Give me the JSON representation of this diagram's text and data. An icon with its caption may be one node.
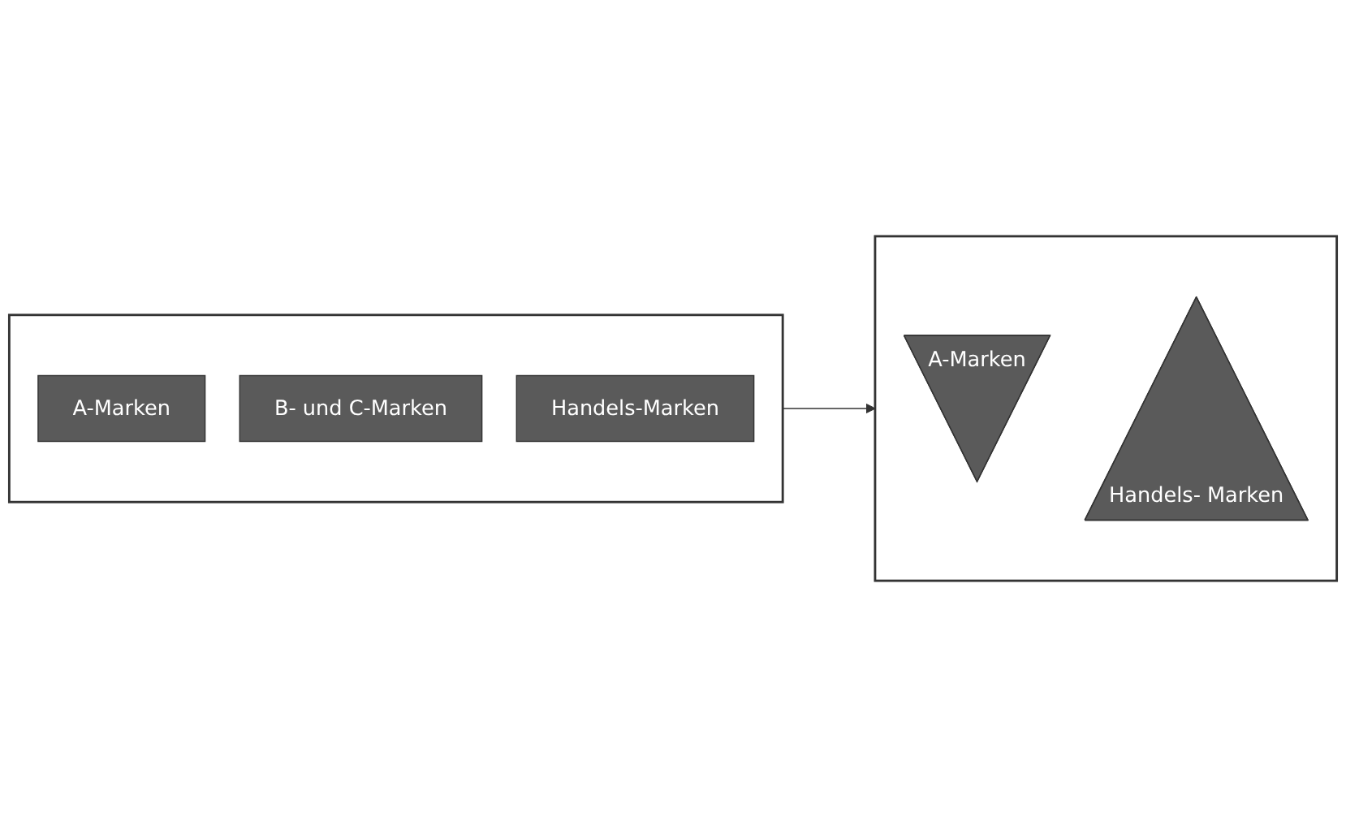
{
  "diagram": {
    "nodes": [
      {
        "text": [],
        "shape": "box"
      },
      {
        "text": [
          "A-Marken"
        ],
        "in": 0
      },
      {
        "text": [
          "B- und C-Marken"
        ],
        "in": 0
      },
      {
        "text": [
          "Handels-Marken"
        ],
        "in": 0
      },
      {
        "text": [],
        "shape": "box"
      },
      {
        "text": [
          "A-Marken"
        ],
        "in": 4
      },
      {
        "text": [
          "Handels- Marken"
        ],
        "in": 4
      }
    ],
    "edges": [
      {
        "from": 0,
        "to": 4,
        "arrow": "to"
      }
    ]
  }
}
